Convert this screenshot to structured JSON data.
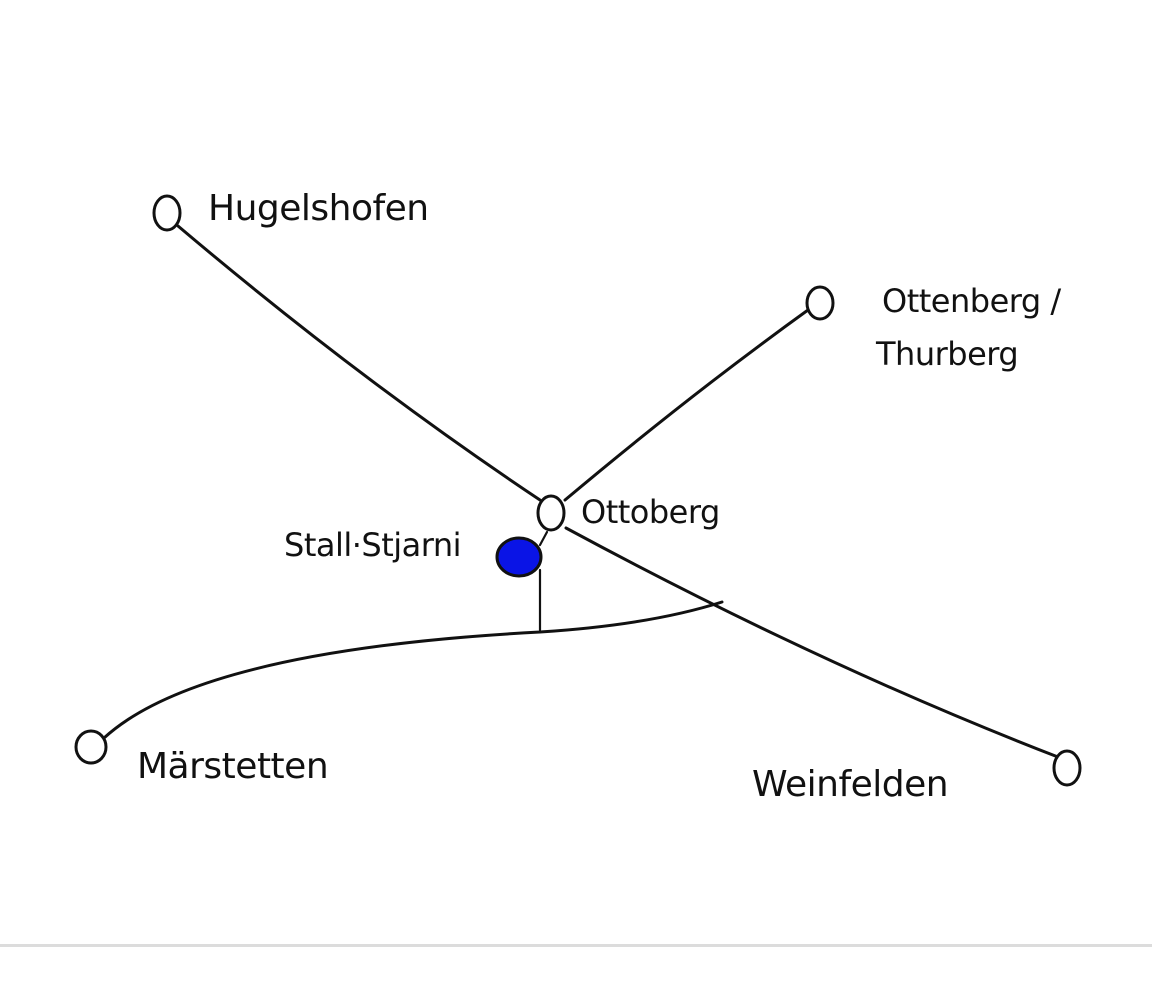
{
  "places": {
    "hugelshofen": "Hugelshofen",
    "ottenberg": "Ottenberg /",
    "thurberg": "Thurberg",
    "ottoberg": "Ottoberg",
    "stall": "Stall·Stjarni",
    "marstetten": "Märstetten",
    "weinfelden": "Weinfelden"
  },
  "colors": {
    "stable_marker": "#0a14e6",
    "line": "#111111"
  }
}
